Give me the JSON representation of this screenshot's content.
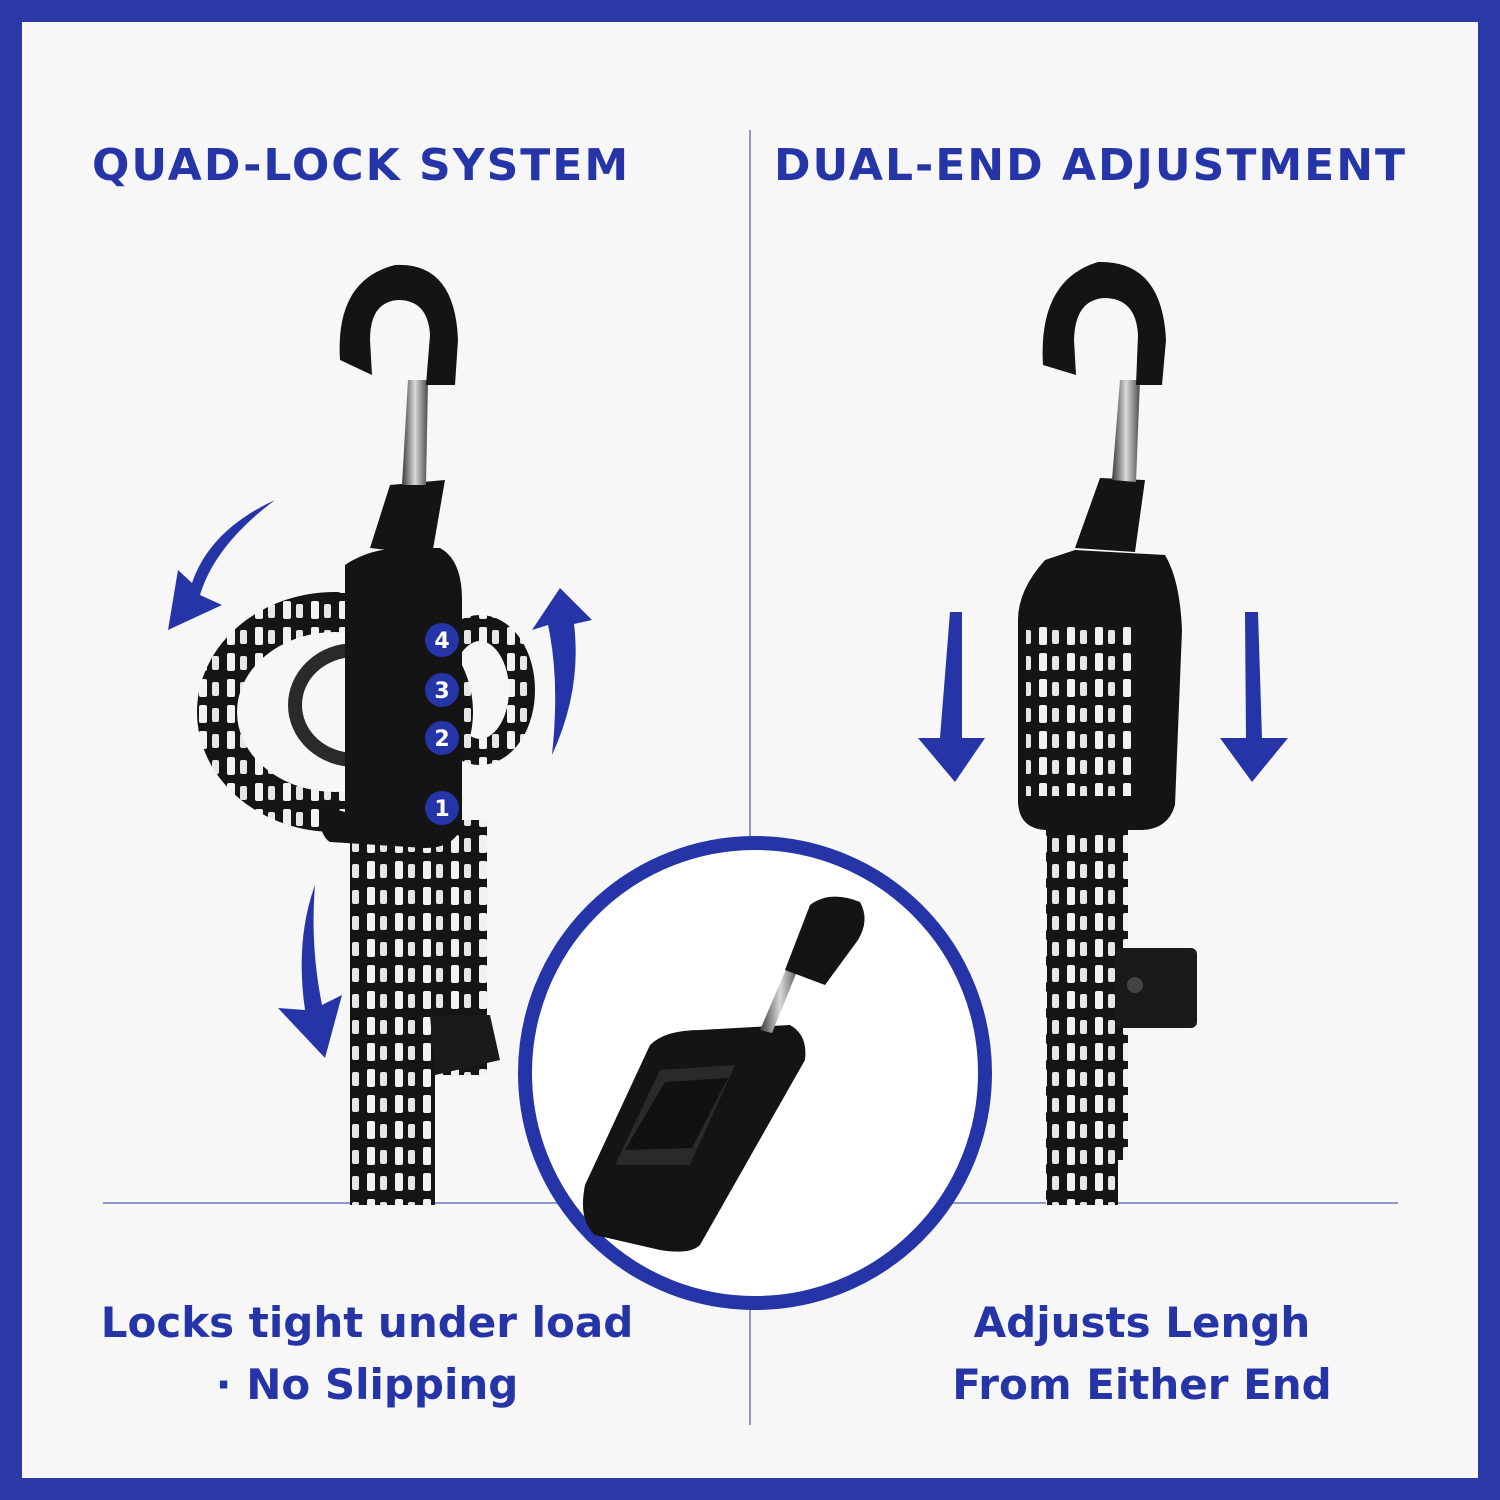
{
  "panels": {
    "left": {
      "title": "QUAD-LOCK SYSTEM",
      "caption_line1": "Locks tight under load",
      "caption_line2": "· No Slipping",
      "lock_positions": [
        "1",
        "2",
        "3",
        "4"
      ]
    },
    "right": {
      "title": "DUAL-END ADJUSTMENT",
      "caption_line1": "Adjusts Lengh",
      "caption_line2": "From Either End"
    }
  },
  "colors": {
    "accent": "#2535a8",
    "border": "#2b3aa8",
    "hook": "#141414",
    "background": "#f7f7f8"
  },
  "icons": [
    "hook-icon",
    "arrow-icon",
    "buckle-icon",
    "bungee-strap-icon"
  ]
}
